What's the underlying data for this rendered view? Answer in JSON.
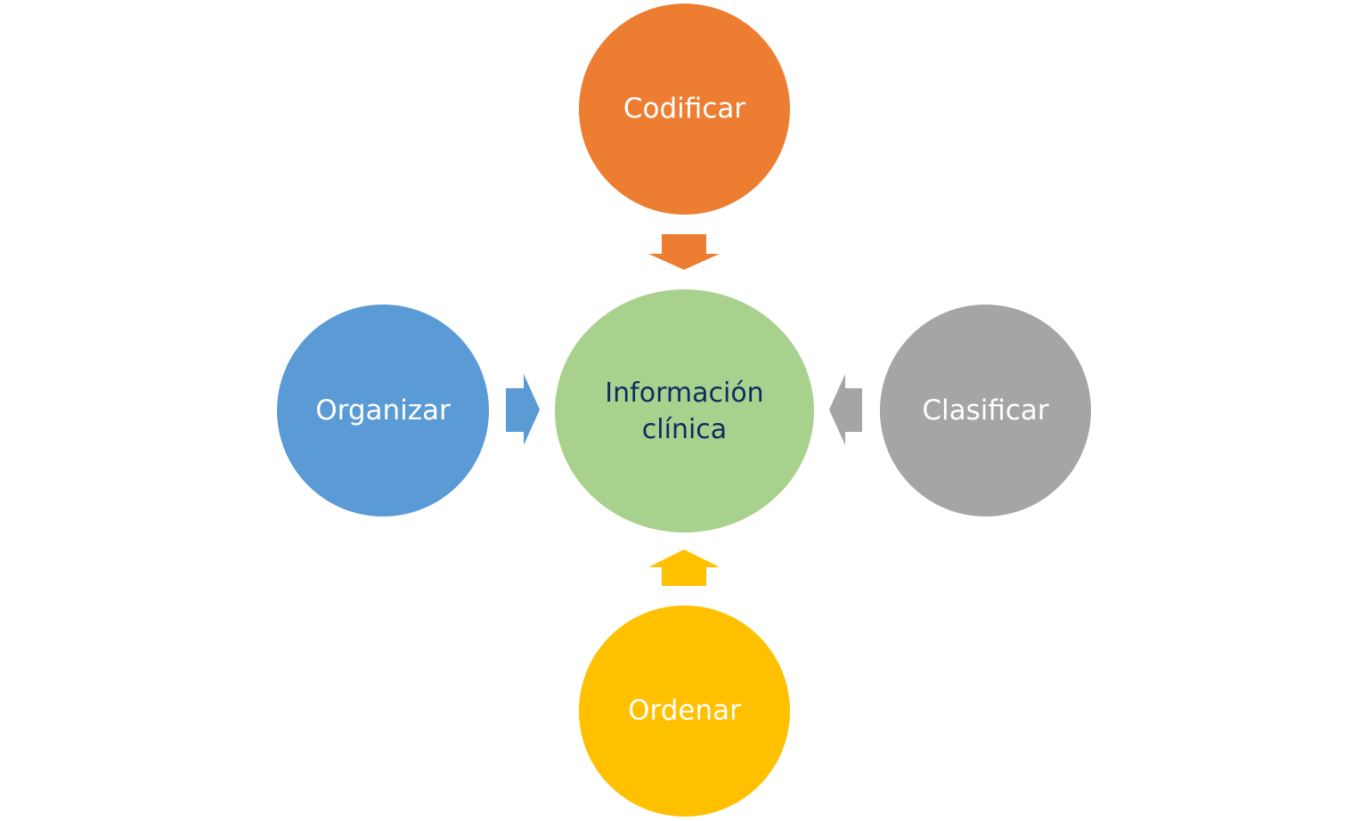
{
  "diagram": {
    "center": {
      "line1": "Información",
      "line2": "clínica",
      "color": "#a9d18e",
      "text_color": "#0d2b5e"
    },
    "nodes": {
      "top": {
        "label": "Codificar",
        "color": "#ed7d31"
      },
      "left": {
        "label": "Organizar",
        "color": "#5b9bd5"
      },
      "right": {
        "label": "Clasificar",
        "color": "#a5a5a5"
      },
      "bottom": {
        "label": "Ordenar",
        "color": "#ffc000"
      }
    }
  }
}
